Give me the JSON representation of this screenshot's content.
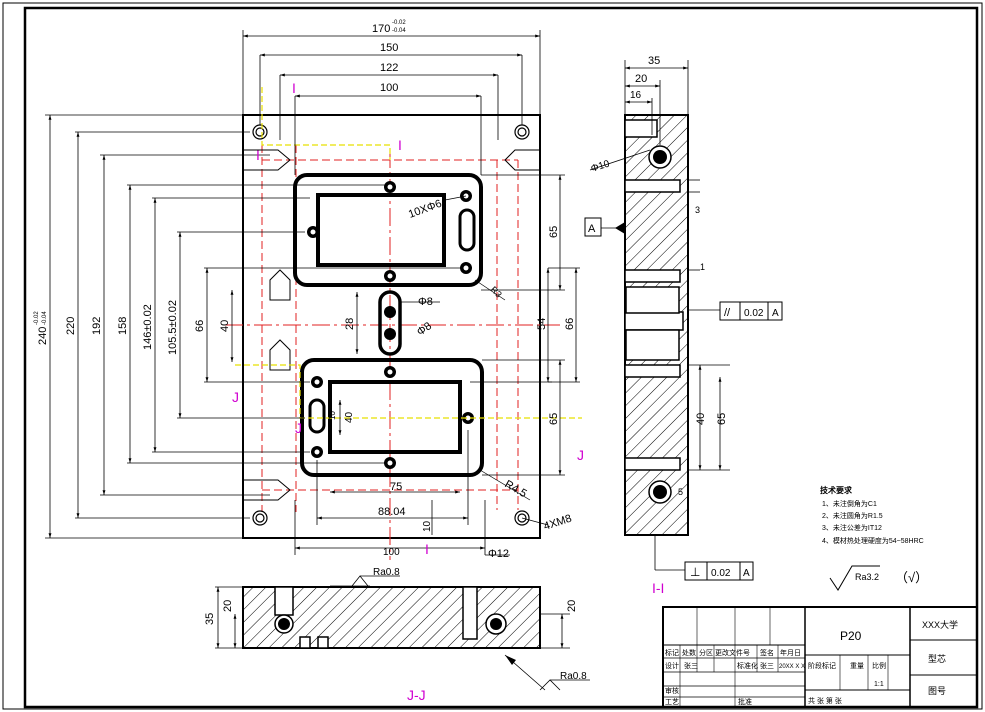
{
  "dims": {
    "w170": "170",
    "w170_tol_up": "-0.02",
    "w170_tol_dn": "-0.04",
    "w150": "150",
    "w122": "122",
    "w100_top": "100",
    "h240": "240",
    "h240_tol_up": "-0.02",
    "h240_tol_dn": "-0.04",
    "h220": "220",
    "h192": "192",
    "h158": "158",
    "h146": "146±0.02",
    "h105": "105.5±0.02",
    "h66": "66",
    "h40": "40",
    "h28": "28",
    "phi8_a": "Φ8",
    "phi8_b": "Φ8",
    "holes_10x6": "10XΦ6",
    "r3": "R3",
    "r45": "R4.5",
    "h65_top": "65",
    "h54": "54",
    "h66_right": "66",
    "h65_bot": "65",
    "h40_window": "40",
    "h10_small": "10",
    "w75": "75",
    "w88": "88.04",
    "w10": "10",
    "w100_bot": "100",
    "phi12": "Φ12",
    "m8": "4XM8"
  },
  "side": {
    "w35": "35",
    "w20": "20",
    "w16": "16",
    "phi10": "Φ10",
    "d3": "3",
    "d1": "1",
    "d5": "5",
    "h40": "40",
    "h65": "65",
    "datum": "A",
    "parallel_symbol": "//",
    "parallel_tol": "0.02",
    "parallel_ref": "A",
    "perp_symbol": "⊥",
    "perp_tol": "0.02",
    "perp_ref": "A",
    "label": "I-I"
  },
  "bottom": {
    "h35": "35",
    "h20_left": "20",
    "h20_right": "20",
    "ra_top": "Ra0.8",
    "ra_bottom": "Ra0.8",
    "label": "J-J"
  },
  "section_marks": {
    "I": "I",
    "J": "J"
  },
  "notes": {
    "title": "技术要求",
    "items": [
      "1、未注倒角为C1",
      "2、未注圆角为R1.5",
      "3、未注公差为IT12",
      "4、模材热处理硬度为54~58HRC"
    ],
    "roughness": "Ra3.2",
    "roughness_other": "（√）"
  },
  "title_block": {
    "part": "P20",
    "school": "XXX大学",
    "drawing_name": "型芯",
    "drawing_no": "图号",
    "hdr_mark": "标记",
    "hdr_count": "处数",
    "hdr_zone": "分区",
    "hdr_doc": "更改文件号",
    "hdr_sign": "签名",
    "hdr_date": "年月日",
    "design": "设计",
    "design_name": "张三",
    "std": "标准化",
    "std_name": "张三",
    "date_val": "20XX X X",
    "stage": "阶段标记",
    "weight": "重量",
    "scale": "比例",
    "scale_val": "1:1",
    "review": "审核",
    "process": "工艺",
    "approve": "批准",
    "sheets": "共  张  第  张"
  }
}
